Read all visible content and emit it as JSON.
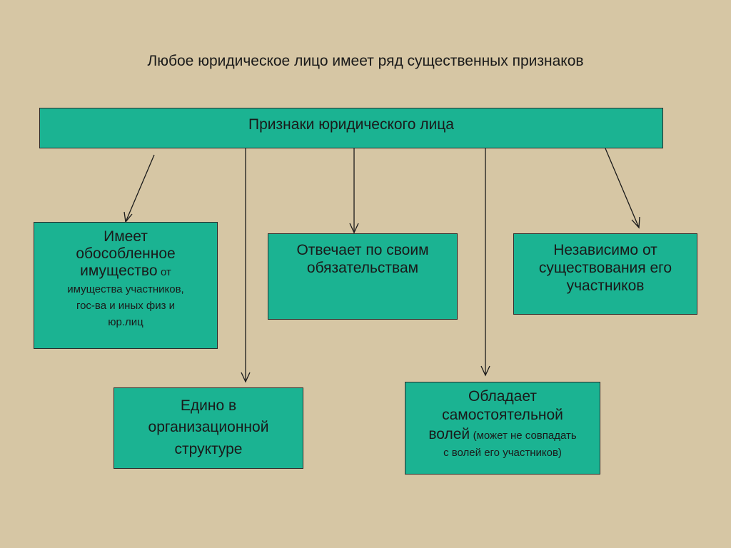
{
  "title": "Любое юридическое лицо имеет ряд существенных признаков",
  "root": {
    "label": "Признаки юридического лица"
  },
  "nodes": {
    "property": {
      "line1": "Имеет",
      "line2": "обособленное",
      "line3": "имущество",
      "note1": "от",
      "note2": "имущества участников,",
      "note3": "гос-ва и иных физ и",
      "note4": "юр.лиц"
    },
    "liability": {
      "line1": "Отвечает по своим",
      "line2": "обязательствам"
    },
    "independence": {
      "line1": "Независимо от",
      "line2": "существования его",
      "line3": "участников"
    },
    "unity": {
      "line1": "Едино в",
      "line2": "организационной",
      "line3": "структуре"
    },
    "will": {
      "line1": "Обладает",
      "line2": "самостоятельной",
      "line3": "волей",
      "note1": "(может не совпадать",
      "note2": "с волей его участников)"
    }
  }
}
